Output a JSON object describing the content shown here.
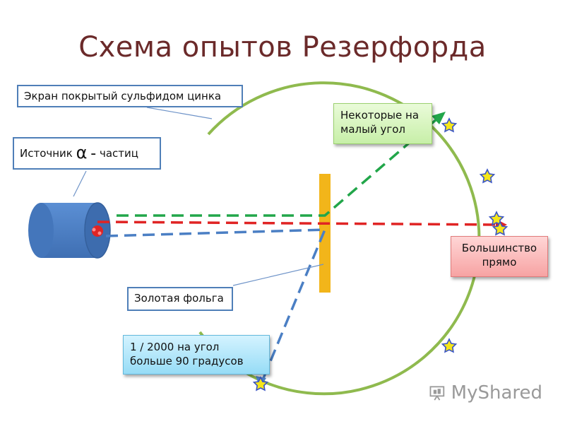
{
  "title": "Схема опытов Резерфорда",
  "labels": {
    "screen": "Экран покрытый сульфидом цинка",
    "source_prefix": "Источник",
    "source_symbol": "α",
    "source_sep": "-",
    "source_suffix": "частиц",
    "small_angle": "Некоторые на малый угол",
    "straight": "Большинство прямо",
    "foil": "Золотая фольга",
    "large_angle": "1 / 2000 на угол больше 90 градусов"
  },
  "watermark": "MyShared",
  "colors": {
    "title": "#6b2a2a",
    "screen_circle": "#8fba4e",
    "foil": "#f2b51a",
    "source": "#4b7fc4",
    "beam_green": "#22a64a",
    "beam_red": "#e02424",
    "beam_blue": "#4b7fc4",
    "flash_fill": "#f5e61a",
    "flash_stroke": "#3a55c4"
  }
}
